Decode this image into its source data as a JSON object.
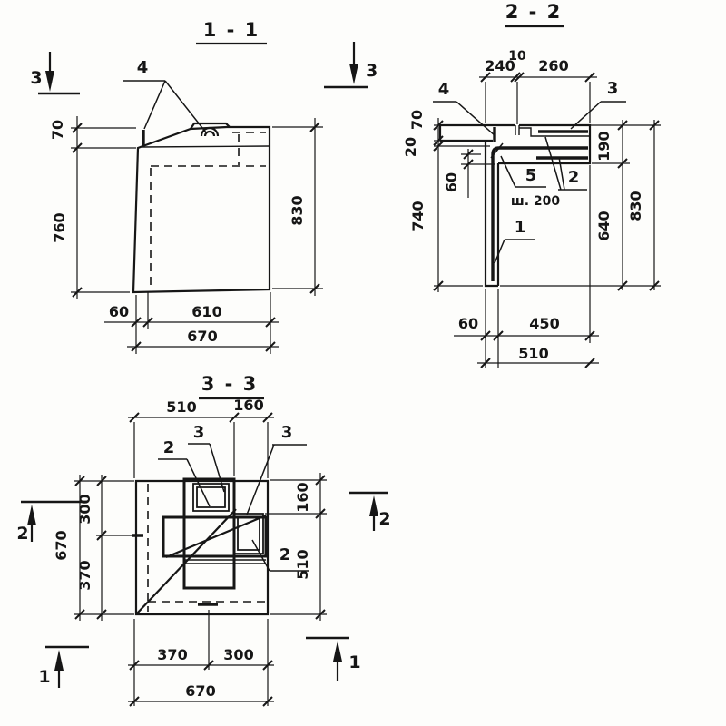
{
  "document": {
    "kind": "reinforced-concrete element sections, scanned structural drawing"
  },
  "sections": {
    "s11": {
      "title": "1 - 1",
      "marker_left": "3",
      "marker_right": "3",
      "label_4": "4",
      "dim_70": "70",
      "dim_760": "760",
      "dim_830": "830",
      "dim_60": "60",
      "dim_610": "610",
      "dim_670": "670"
    },
    "s22": {
      "title": "2 - 2",
      "dim_240": "240",
      "dim_10": "10",
      "dim_260": "260",
      "label_4": "4",
      "label_3": "3",
      "label_5": "5",
      "spacing_note": "ш. 200",
      "label_2": "2",
      "label_1": "1",
      "dim_70": "70",
      "dim_20": "20",
      "dim_60_inner": "60",
      "dim_740": "740",
      "dim_190": "190",
      "dim_640": "640",
      "dim_830": "830",
      "dim_60": "60",
      "dim_450": "450",
      "dim_510": "510"
    },
    "s33": {
      "title": "3 - 3",
      "dim_510_top": "510",
      "dim_160_top": "160",
      "label_2_left": "2",
      "label_3_left": "3",
      "label_3_right": "3",
      "label_2_right": "2",
      "dim_300": "300",
      "dim_370_left": "370",
      "dim_670_left": "670",
      "dim_160_right": "160",
      "dim_510_right": "510",
      "dim_370_bottom": "370",
      "dim_300_bottom": "300",
      "dim_670_bottom": "670",
      "marker_2_left": "2",
      "marker_2_right": "2",
      "marker_1_left": "1",
      "marker_1_right": "1"
    }
  }
}
